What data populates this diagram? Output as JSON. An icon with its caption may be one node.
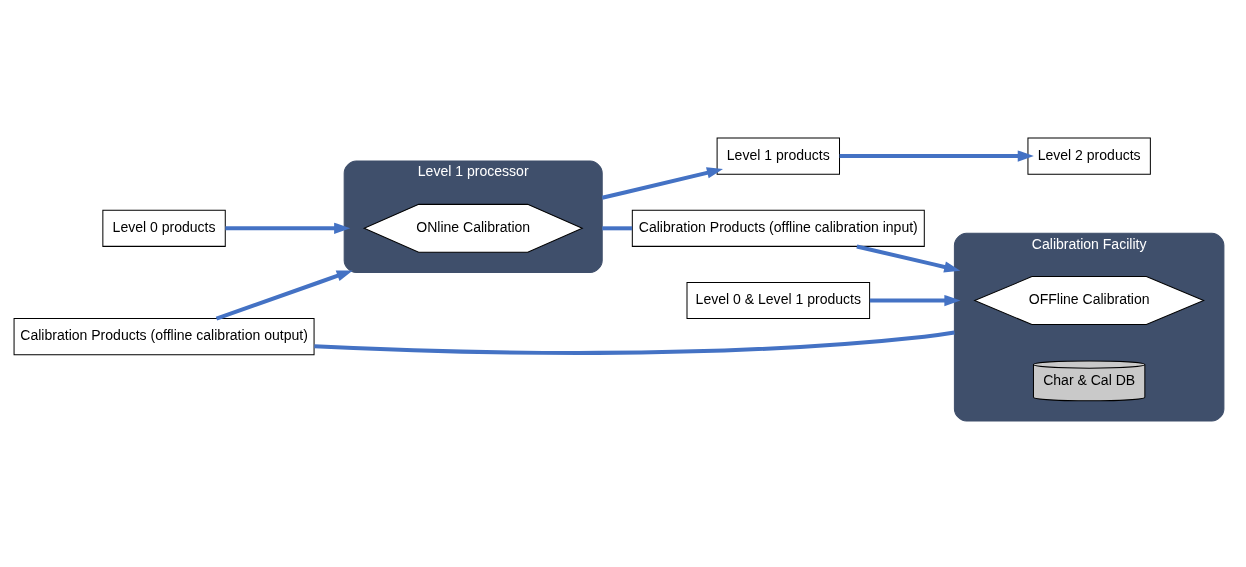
{
  "diagram": {
    "nodes": [
      {
        "text": [
          "Level 0 products"
        ]
      },
      {
        "text": [
          "Level 1 processor"
        ]
      },
      {
        "text": [
          "ONline Calibration"
        ],
        "in": 1
      },
      {
        "text": [
          "Level 1 products"
        ]
      },
      {
        "text": [
          "Level 2 products"
        ]
      },
      {
        "text": [
          "Calibration Products (offline calibration output)"
        ]
      },
      {
        "text": [
          "Calibration Products (offline calibration input)"
        ]
      },
      {
        "text": [
          "Level 0 & Level 1 products"
        ]
      },
      {
        "text": [
          "Calibration Facility"
        ]
      },
      {
        "text": [
          "OFFline Calibration"
        ],
        "in": 8
      },
      {
        "text": [
          "Char & Cal DB"
        ],
        "in": 8
      }
    ],
    "edges": [
      {
        "from": 0,
        "to": 1,
        "arrow": "to"
      },
      {
        "from": 1,
        "to": 3,
        "arrow": "to"
      },
      {
        "from": 3,
        "to": 4,
        "arrow": "to"
      },
      {
        "from": 8,
        "to": 5,
        "arrow": "none"
      },
      {
        "from": 5,
        "to": 1,
        "arrow": "to"
      },
      {
        "from": 1,
        "to": 6,
        "arrow": "none"
      },
      {
        "from": 6,
        "to": 8,
        "arrow": "to"
      },
      {
        "from": 7,
        "to": 8,
        "arrow": "to"
      }
    ]
  }
}
